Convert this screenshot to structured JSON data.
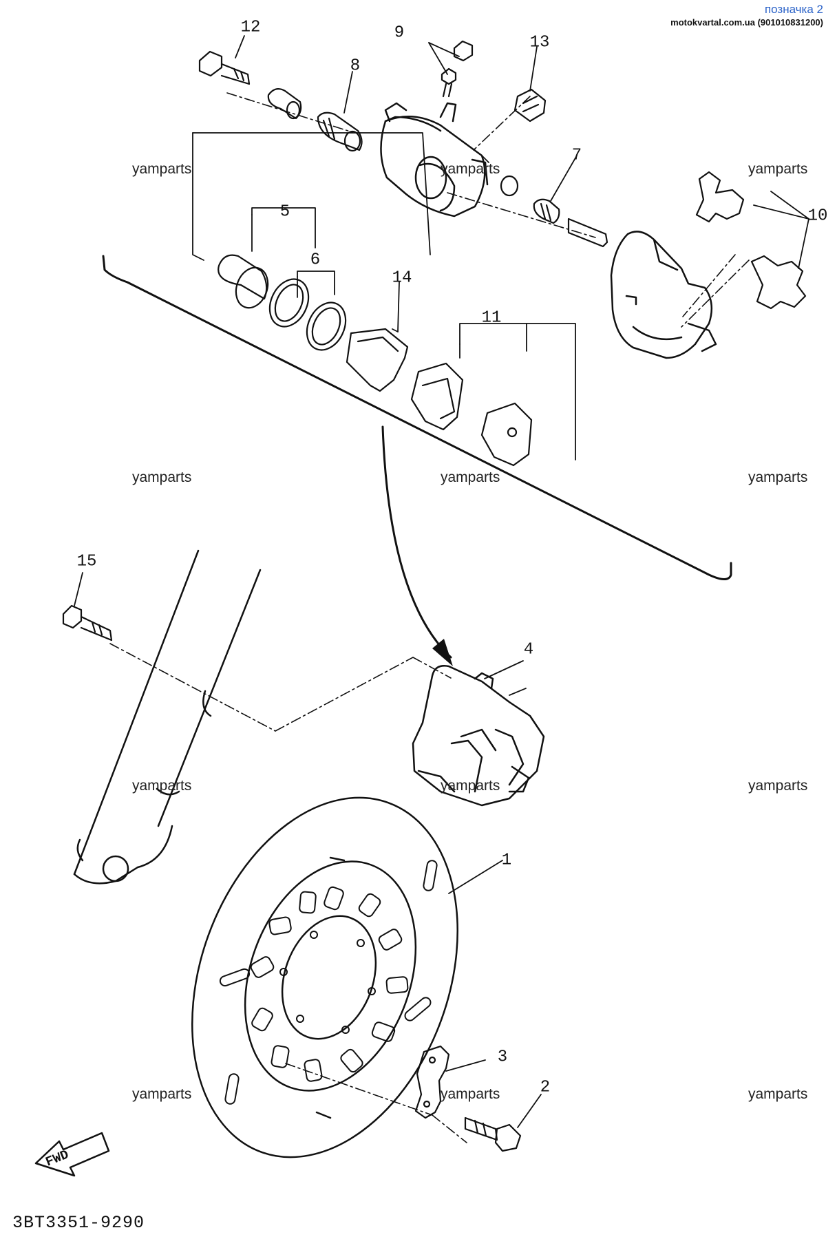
{
  "header": {
    "link_text": "позначка 2",
    "site_text": "motokvartal.com.ua (901010831200)"
  },
  "watermark": "yamparts",
  "callouts": [
    "1",
    "2",
    "3",
    "4",
    "5",
    "6",
    "7",
    "8",
    "9",
    "10",
    "11",
    "12",
    "13",
    "14",
    "15"
  ],
  "fwd_label": "FWD",
  "figure_code": "3BT3351-9290",
  "colors": {
    "ink": "#111111",
    "link": "#2a62c8",
    "background": "#ffffff"
  }
}
